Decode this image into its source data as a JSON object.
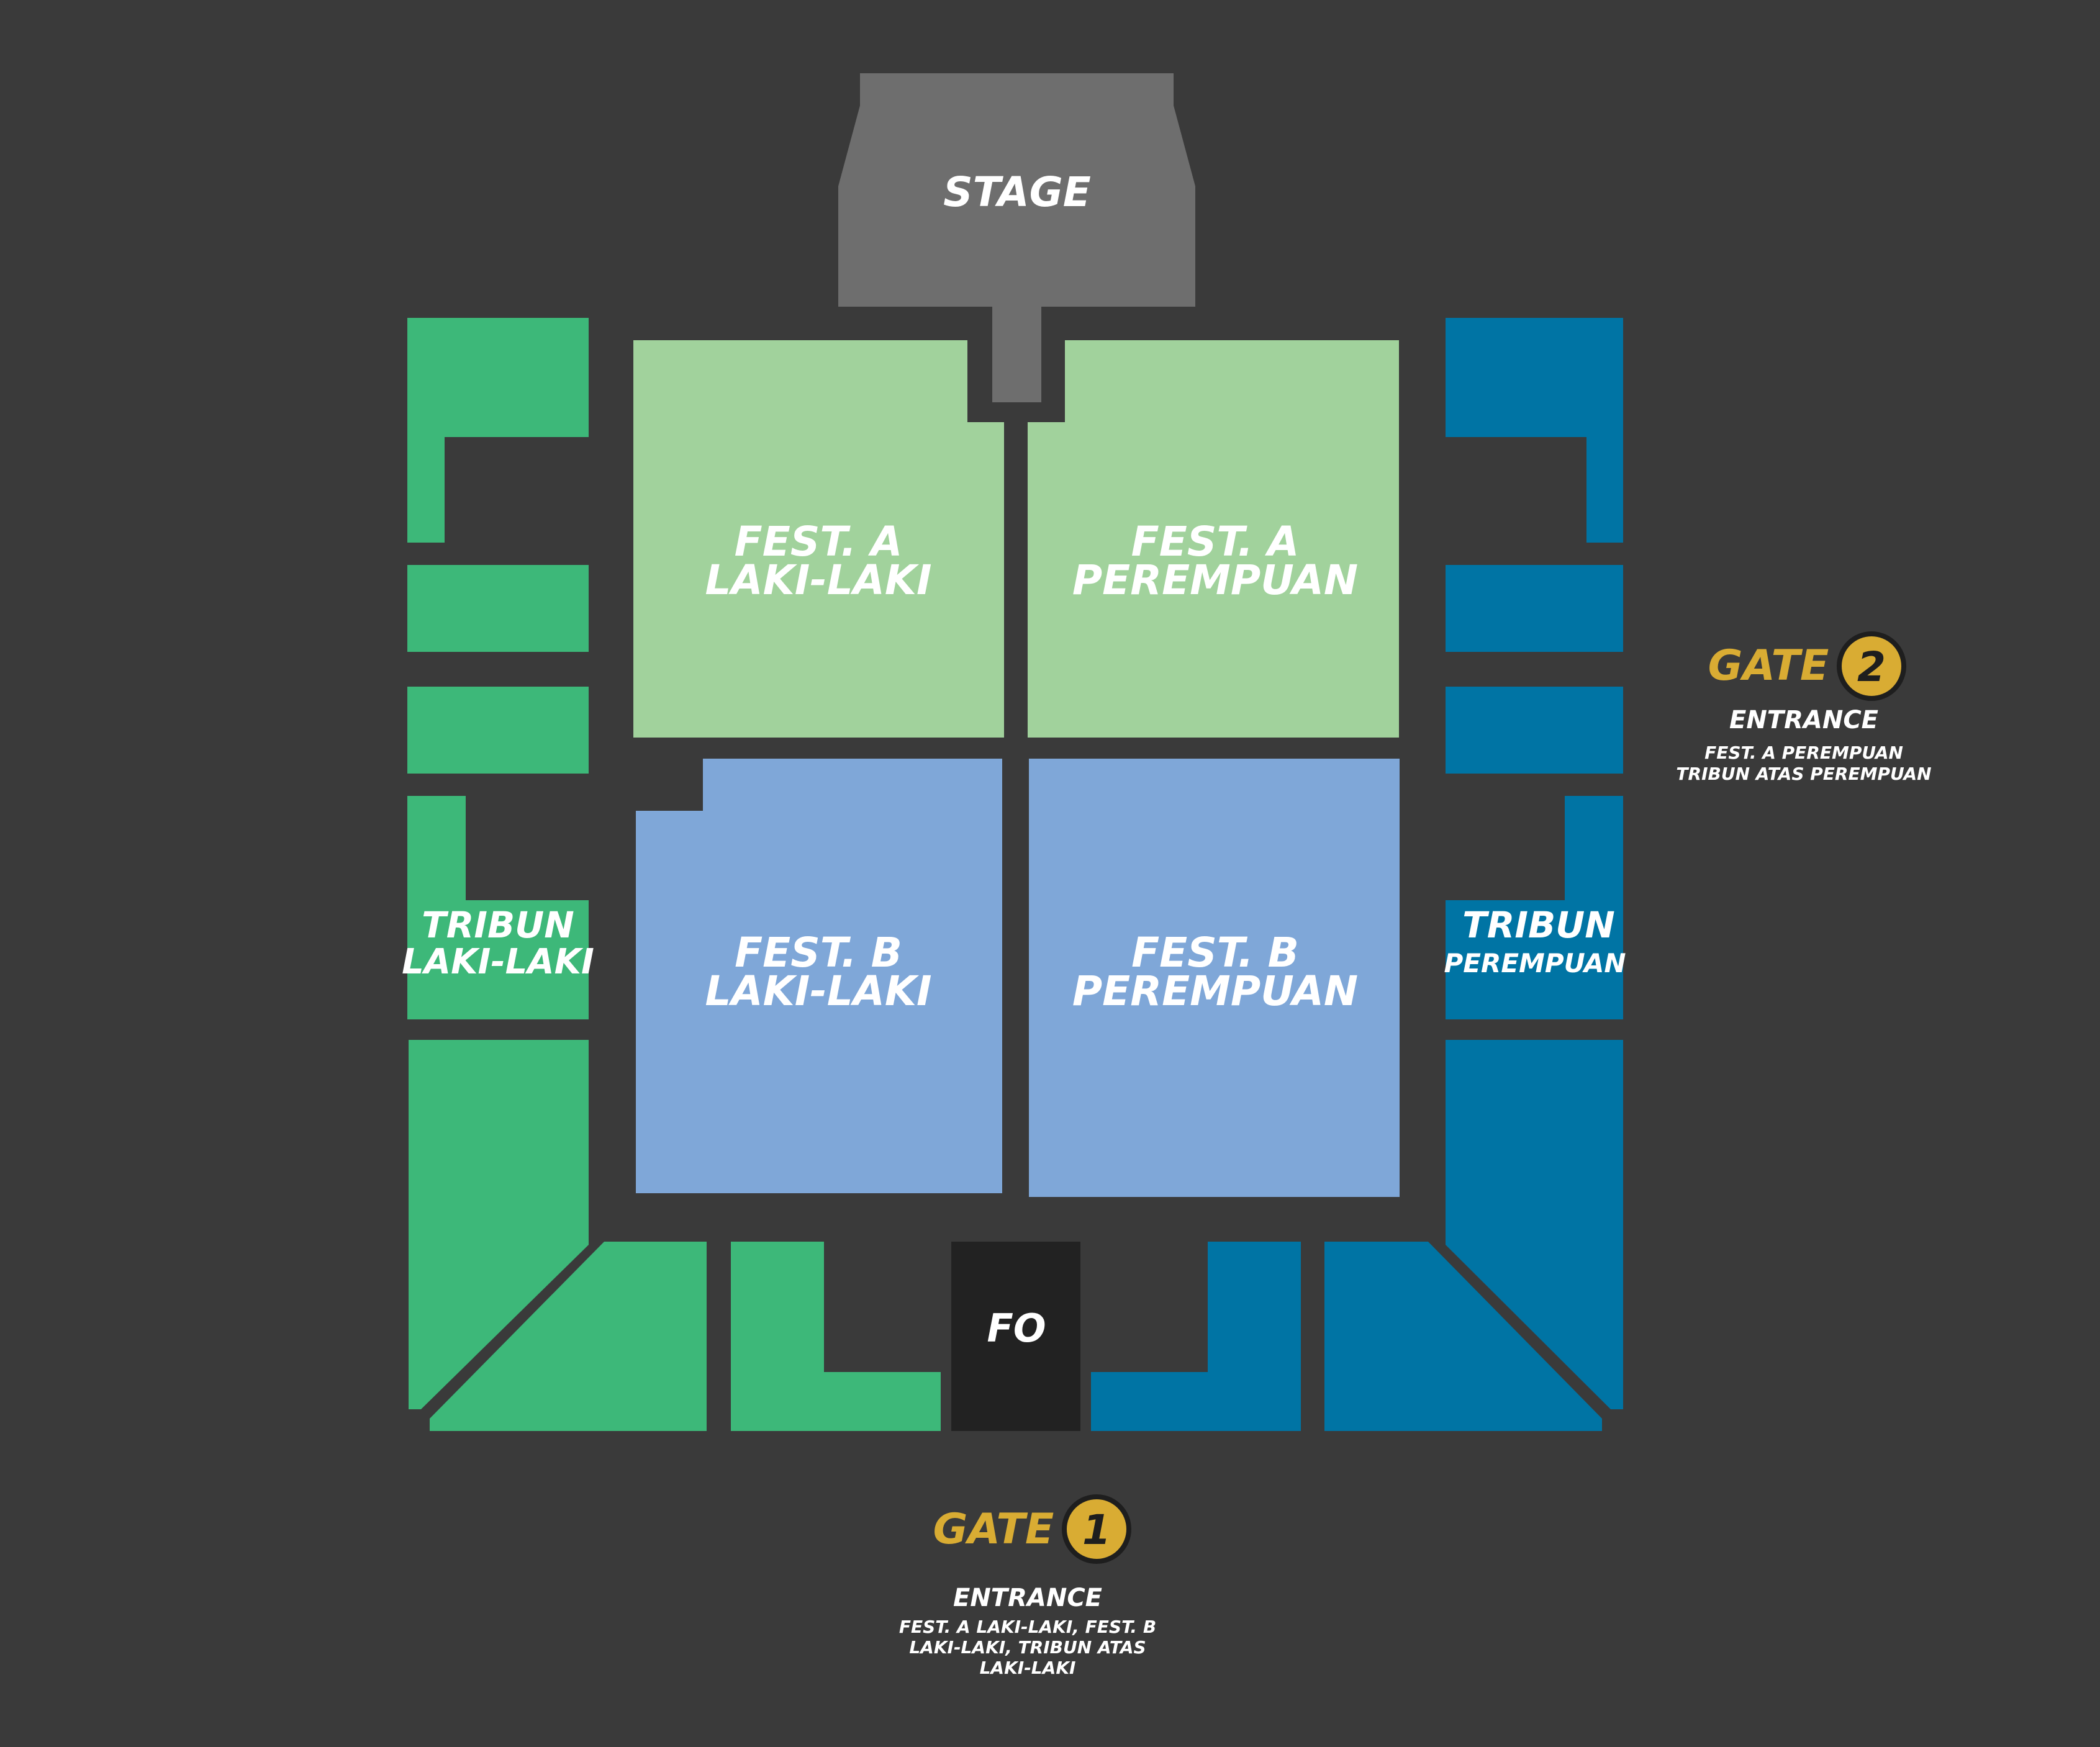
{
  "colors": {
    "background": "#3a3a3a",
    "stage": "#6e6e6e",
    "fest_a": "#a1d29c",
    "fest_b": "#7fa7d8",
    "tribun_laki": "#3db879",
    "tribun_perempuan": "#0074a4",
    "fo": "#222222",
    "gate_gold": "#d9ac33",
    "text": "#ffffff"
  },
  "stage": {
    "label": "STAGE"
  },
  "fest_a_laki": {
    "line1": "FEST. A",
    "line2": "LAKI-LAKI"
  },
  "fest_a_perempuan": {
    "line1": "FEST. A",
    "line2": "PEREMPUAN"
  },
  "fest_b_laki": {
    "line1": "FEST. B",
    "line2": "LAKI-LAKI"
  },
  "fest_b_perempuan": {
    "line1": "FEST. B",
    "line2": "PEREMPUAN"
  },
  "tribun_laki": {
    "line1": "TRIBUN",
    "line2": "LAKI-LAKI"
  },
  "tribun_perempuan": {
    "line1": "TRIBUN",
    "line2": "PEREMPUAN"
  },
  "fo": {
    "label": "FO"
  },
  "gate1": {
    "word": "GATE",
    "number": "1",
    "entrance": "ENTRANCE",
    "note_lines": [
      "FEST. A LAKI-LAKI, FEST. B",
      "LAKI-LAKI, TRIBUN ATAS",
      "LAKI-LAKI"
    ]
  },
  "gate2": {
    "word": "GATE",
    "number": "2",
    "entrance": "ENTRANCE",
    "note_lines": [
      "FEST. A PEREMPUAN",
      "TRIBUN ATAS PEREMPUAN"
    ]
  }
}
